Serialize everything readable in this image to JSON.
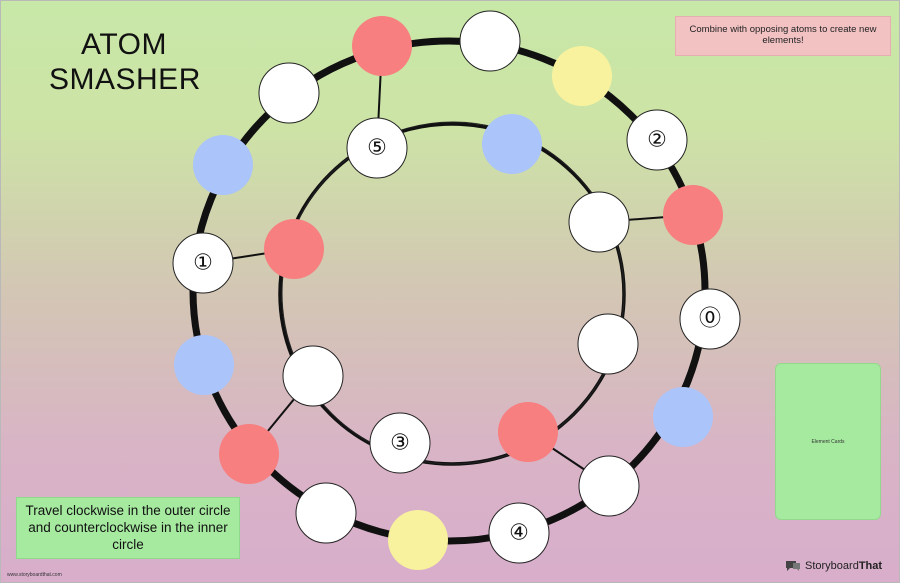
{
  "title": "ATOM SMASHER",
  "note": "Combine with opposing atoms to create new elements!",
  "instructions": "Travel clockwise in the outer circle and counterclockwise in the inner circle",
  "element_cards_label": "Element Cards",
  "footer_url": "www.storyboardthat.com",
  "brand": {
    "prefix": "Storyboard",
    "suffix": "That",
    "icon": "speech-bubble-icon"
  },
  "colors": {
    "red": "#f77f7f",
    "blue": "#abc4fa",
    "yellow": "#f8f29e",
    "white": "#ffffff"
  },
  "spaces": [
    {
      "id": "outer-1",
      "color": "red",
      "label": ""
    },
    {
      "id": "outer-2",
      "color": "white",
      "label": ""
    },
    {
      "id": "outer-3",
      "color": "yellow",
      "label": ""
    },
    {
      "id": "outer-4",
      "color": "white",
      "label": "②"
    },
    {
      "id": "outer-5",
      "color": "red",
      "label": ""
    },
    {
      "id": "outer-6",
      "color": "white",
      "label": "⓪"
    },
    {
      "id": "outer-7",
      "color": "blue",
      "label": ""
    },
    {
      "id": "outer-8",
      "color": "white",
      "label": ""
    },
    {
      "id": "outer-9",
      "color": "white",
      "label": "④"
    },
    {
      "id": "outer-10",
      "color": "yellow",
      "label": ""
    },
    {
      "id": "outer-11",
      "color": "white",
      "label": ""
    },
    {
      "id": "outer-12",
      "color": "red",
      "label": ""
    },
    {
      "id": "outer-13",
      "color": "blue",
      "label": ""
    },
    {
      "id": "outer-14",
      "color": "white",
      "label": "①"
    },
    {
      "id": "outer-15",
      "color": "blue",
      "label": ""
    },
    {
      "id": "outer-16",
      "color": "white",
      "label": ""
    },
    {
      "id": "link-top",
      "color": "white",
      "label": "⑤"
    },
    {
      "id": "inner-1",
      "color": "blue",
      "label": ""
    },
    {
      "id": "inner-2",
      "color": "white",
      "label": ""
    },
    {
      "id": "inner-3",
      "color": "white",
      "label": ""
    },
    {
      "id": "inner-4",
      "color": "red",
      "label": ""
    },
    {
      "id": "inner-5",
      "color": "white",
      "label": "③"
    },
    {
      "id": "inner-6",
      "color": "white",
      "label": ""
    },
    {
      "id": "inner-7",
      "color": "red",
      "label": ""
    }
  ]
}
